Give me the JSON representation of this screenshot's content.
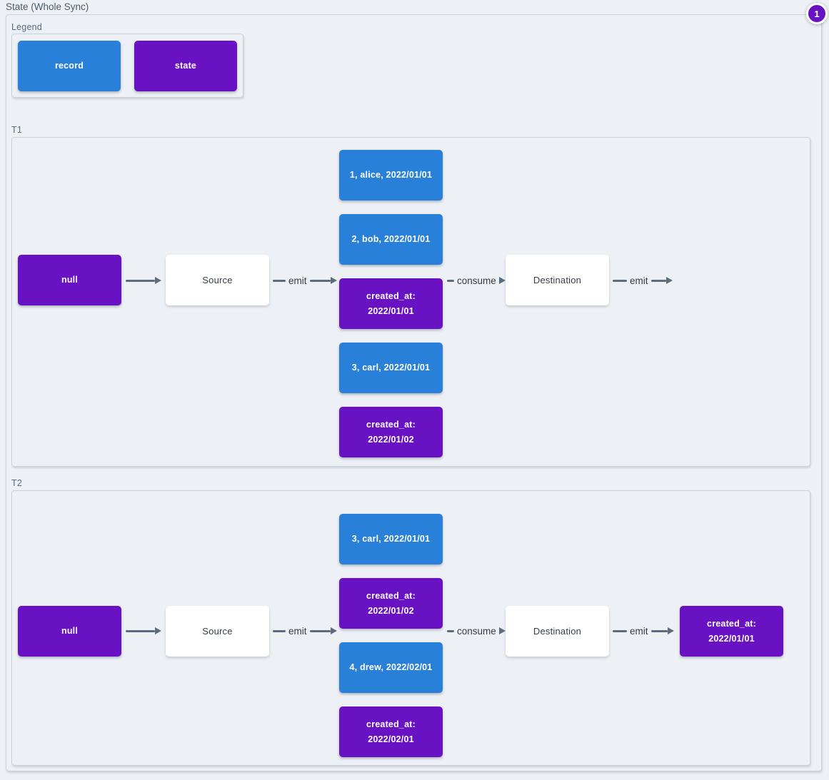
{
  "page": {
    "title": "State (Whole Sync)",
    "badge": "1"
  },
  "colors": {
    "record": "#2980d9",
    "state": "#6912c4",
    "bg": "#edf0f4",
    "arrow": "#5d6c7c",
    "border": "#c9d2db"
  },
  "legend": {
    "label": "Legend",
    "record_label": "record",
    "state_label": "state"
  },
  "t1": {
    "label": "T1",
    "initial_state": "null",
    "source": "Source",
    "destination": "Destination",
    "emit_source_label": "emit",
    "consume_label": "consume",
    "emit_destination_label": "emit",
    "stream": [
      {
        "type": "record",
        "text": "1, alice, 2022/01/01"
      },
      {
        "type": "record",
        "text": "2, bob, 2022/01/01"
      },
      {
        "type": "state",
        "text": "created_at:\n2022/01/01"
      },
      {
        "type": "record",
        "text": "3, carl, 2022/01/01"
      },
      {
        "type": "state",
        "text": "created_at:\n2022/01/02"
      }
    ]
  },
  "t2": {
    "label": "T2",
    "initial_state": "null",
    "source": "Source",
    "destination": "Destination",
    "emit_source_label": "emit",
    "consume_label": "consume",
    "emit_destination_label": "emit",
    "stream": [
      {
        "type": "record",
        "text": "3, carl, 2022/01/01"
      },
      {
        "type": "state",
        "text": "created_at:\n2022/01/02"
      },
      {
        "type": "record",
        "text": "4, drew, 2022/02/01"
      },
      {
        "type": "state",
        "text": "created_at:\n2022/02/01"
      }
    ],
    "output_state": "created_at:\n2022/01/01"
  }
}
